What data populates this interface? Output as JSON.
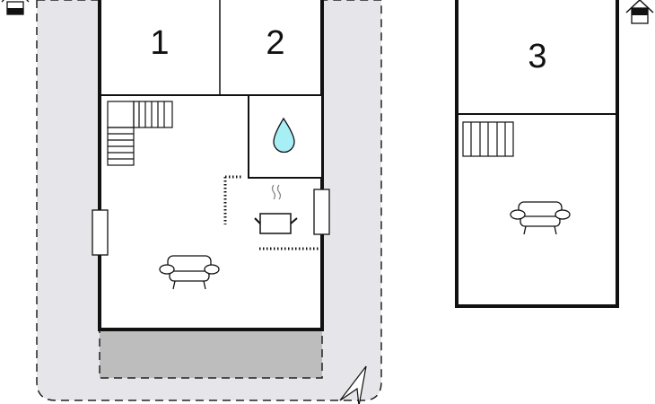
{
  "rooms": [
    {
      "label": "1"
    },
    {
      "label": "2"
    },
    {
      "label": "3"
    }
  ],
  "colors": {
    "outdoor": "#e6e6ea",
    "terrace": "#bdbdbd",
    "wall": "#111111",
    "water": "#a8eef5"
  },
  "icons": [
    "house-entrance-icon",
    "stairs-icon",
    "water-drop-icon",
    "cooking-pot-icon",
    "sofa-icon",
    "north-arrow-icon",
    "window-icon"
  ]
}
